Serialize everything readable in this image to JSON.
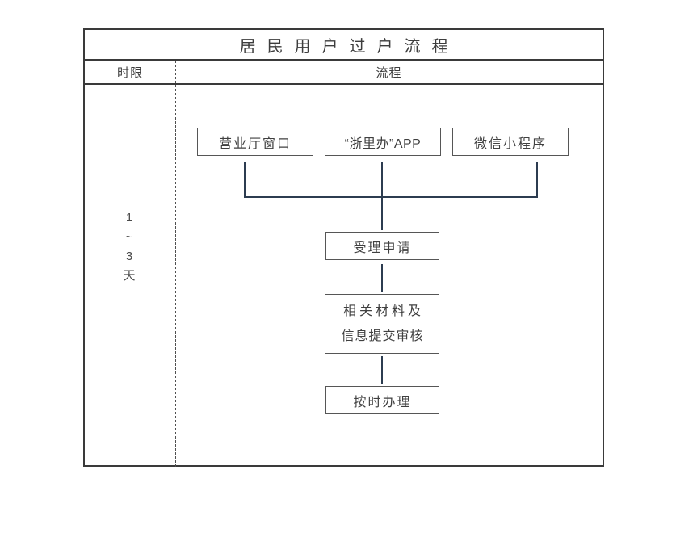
{
  "table": {
    "title": "居民用户过户流程",
    "header": {
      "time_col": "时限",
      "flow_col": "流程"
    },
    "time_limit": {
      "line1": "1",
      "line2": "~",
      "line3": "3",
      "line4": "天"
    }
  },
  "flowchart": {
    "channels": {
      "hall": "营业厅窗口",
      "app": "“浙里办”APP",
      "wechat": "微信小程序"
    },
    "steps": {
      "accept": "受理申请",
      "review_line1": "相关材料及",
      "review_line2": "信息提交审核",
      "handle": "按时办理"
    }
  },
  "colors": {
    "background": "#ffffff",
    "frame_border": "#3a3a3a",
    "box_border": "#565656",
    "connector_line": "#2c3c50",
    "text": "#3e3e3e"
  }
}
